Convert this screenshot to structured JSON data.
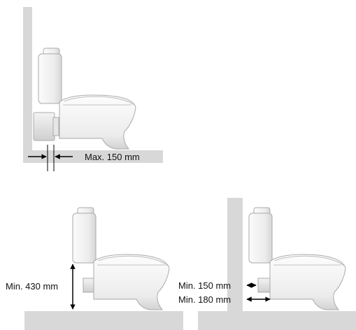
{
  "labels": {
    "max_rear_gap": "Max. 150 mm",
    "min_height": "Min. 430 mm",
    "min_pipe_gap": "Min. 150 mm",
    "min_wall_gap": "Min. 180 mm"
  },
  "colors": {
    "floor_wall": "#d8d8d8",
    "outline": "#aaaaaa",
    "arrow": "#000000"
  }
}
